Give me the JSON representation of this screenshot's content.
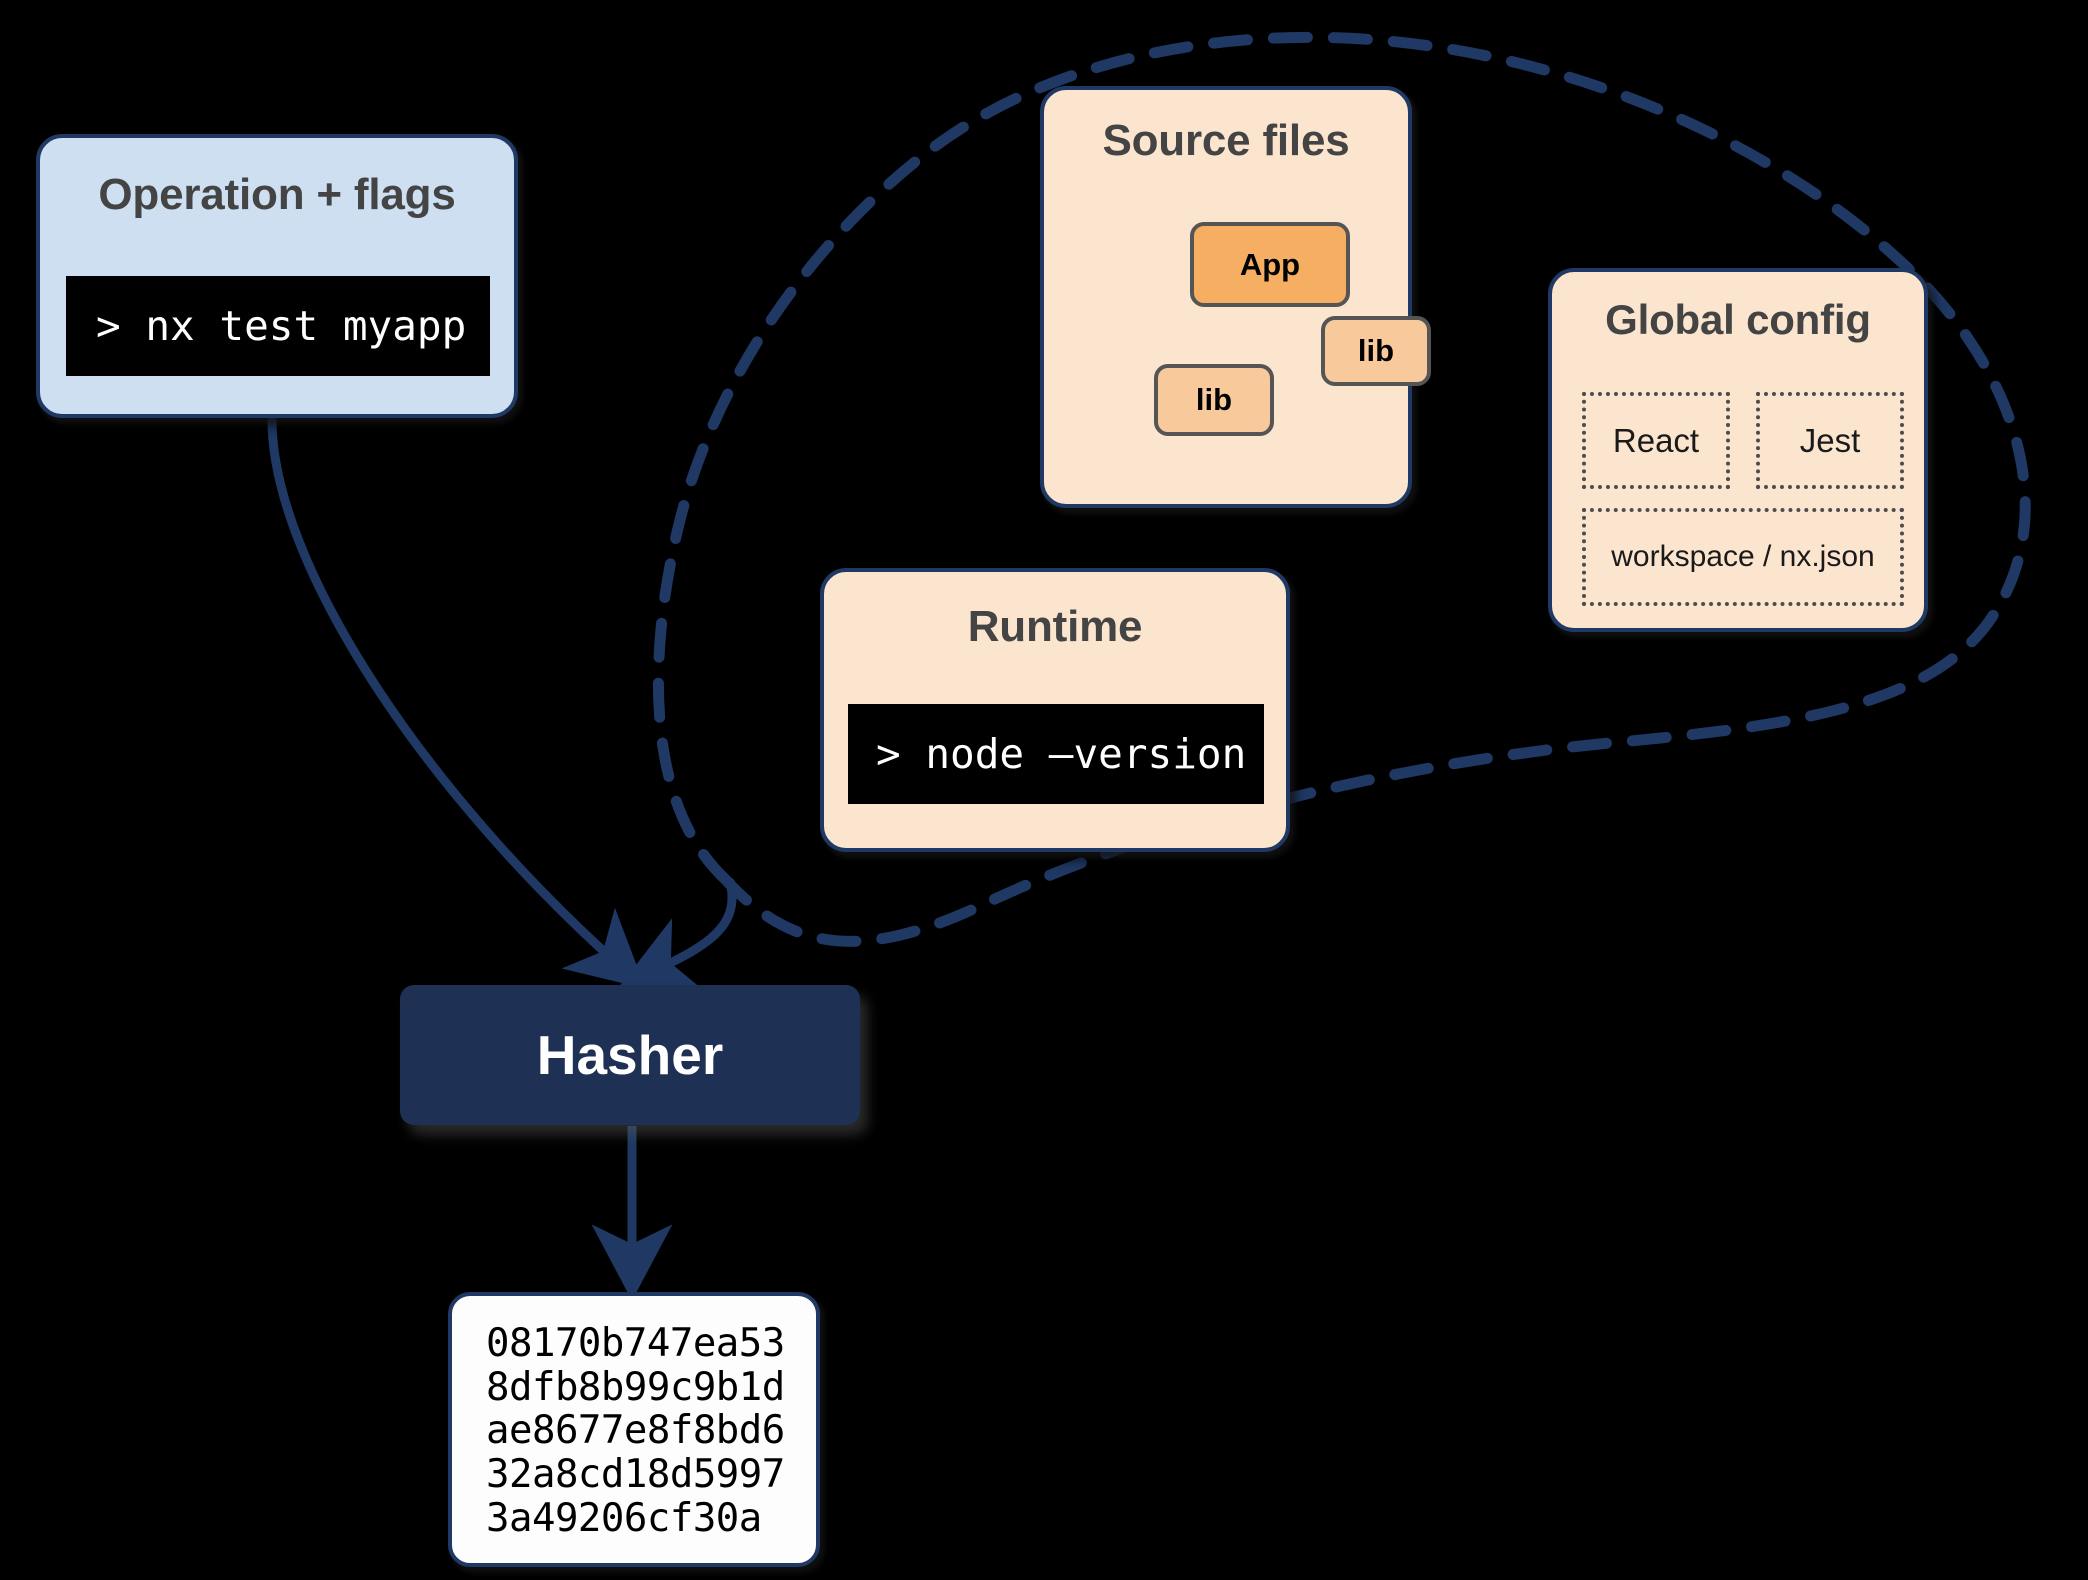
{
  "diagram": {
    "title": "Nx hasher inputs diagram",
    "colors": {
      "background": "#000000",
      "card_border": "#1F3864",
      "operation_fill": "#CEDFF2",
      "panel_fill": "#FCE5CE",
      "app_node_fill": "#F5AE62",
      "lib_node_fill": "#F8CA9B",
      "hasher_fill": "#1E3155",
      "hash_fill": "#FDFDFD",
      "edge_stroke": "#1F3864",
      "node_stroke": "#555555",
      "title_text": "#444444",
      "terminal_bg": "#000000",
      "terminal_text": "#FFFFFF"
    }
  },
  "operation": {
    "title": "Operation + flags",
    "command": "> nx test myapp"
  },
  "source_files": {
    "title": "Source files",
    "nodes": [
      {
        "id": "app",
        "label": "App"
      },
      {
        "id": "lib1",
        "label": "lib"
      },
      {
        "id": "lib2",
        "label": "lib"
      }
    ],
    "edges": [
      {
        "from": "app",
        "to": "lib1"
      },
      {
        "from": "app",
        "to": "lib2"
      }
    ]
  },
  "global_config": {
    "title": "Global config",
    "items": [
      {
        "label": "React"
      },
      {
        "label": "Jest"
      },
      {
        "label": "workspace / nx.json"
      }
    ]
  },
  "runtime": {
    "title": "Runtime",
    "command": "> node –version"
  },
  "hasher": {
    "label": "Hasher"
  },
  "hash_output": {
    "value": "08170b747ea53\n8dfb8b99c9b1d\nae8677e8f8bd6\n32a8cd18d5997\n3a49206cf30a",
    "lines": [
      "08170b747ea53",
      "8dfb8b99c9b1d",
      "ae8677e8f8bd6",
      "32a8cd18d5997",
      "3a49206cf30a"
    ]
  }
}
